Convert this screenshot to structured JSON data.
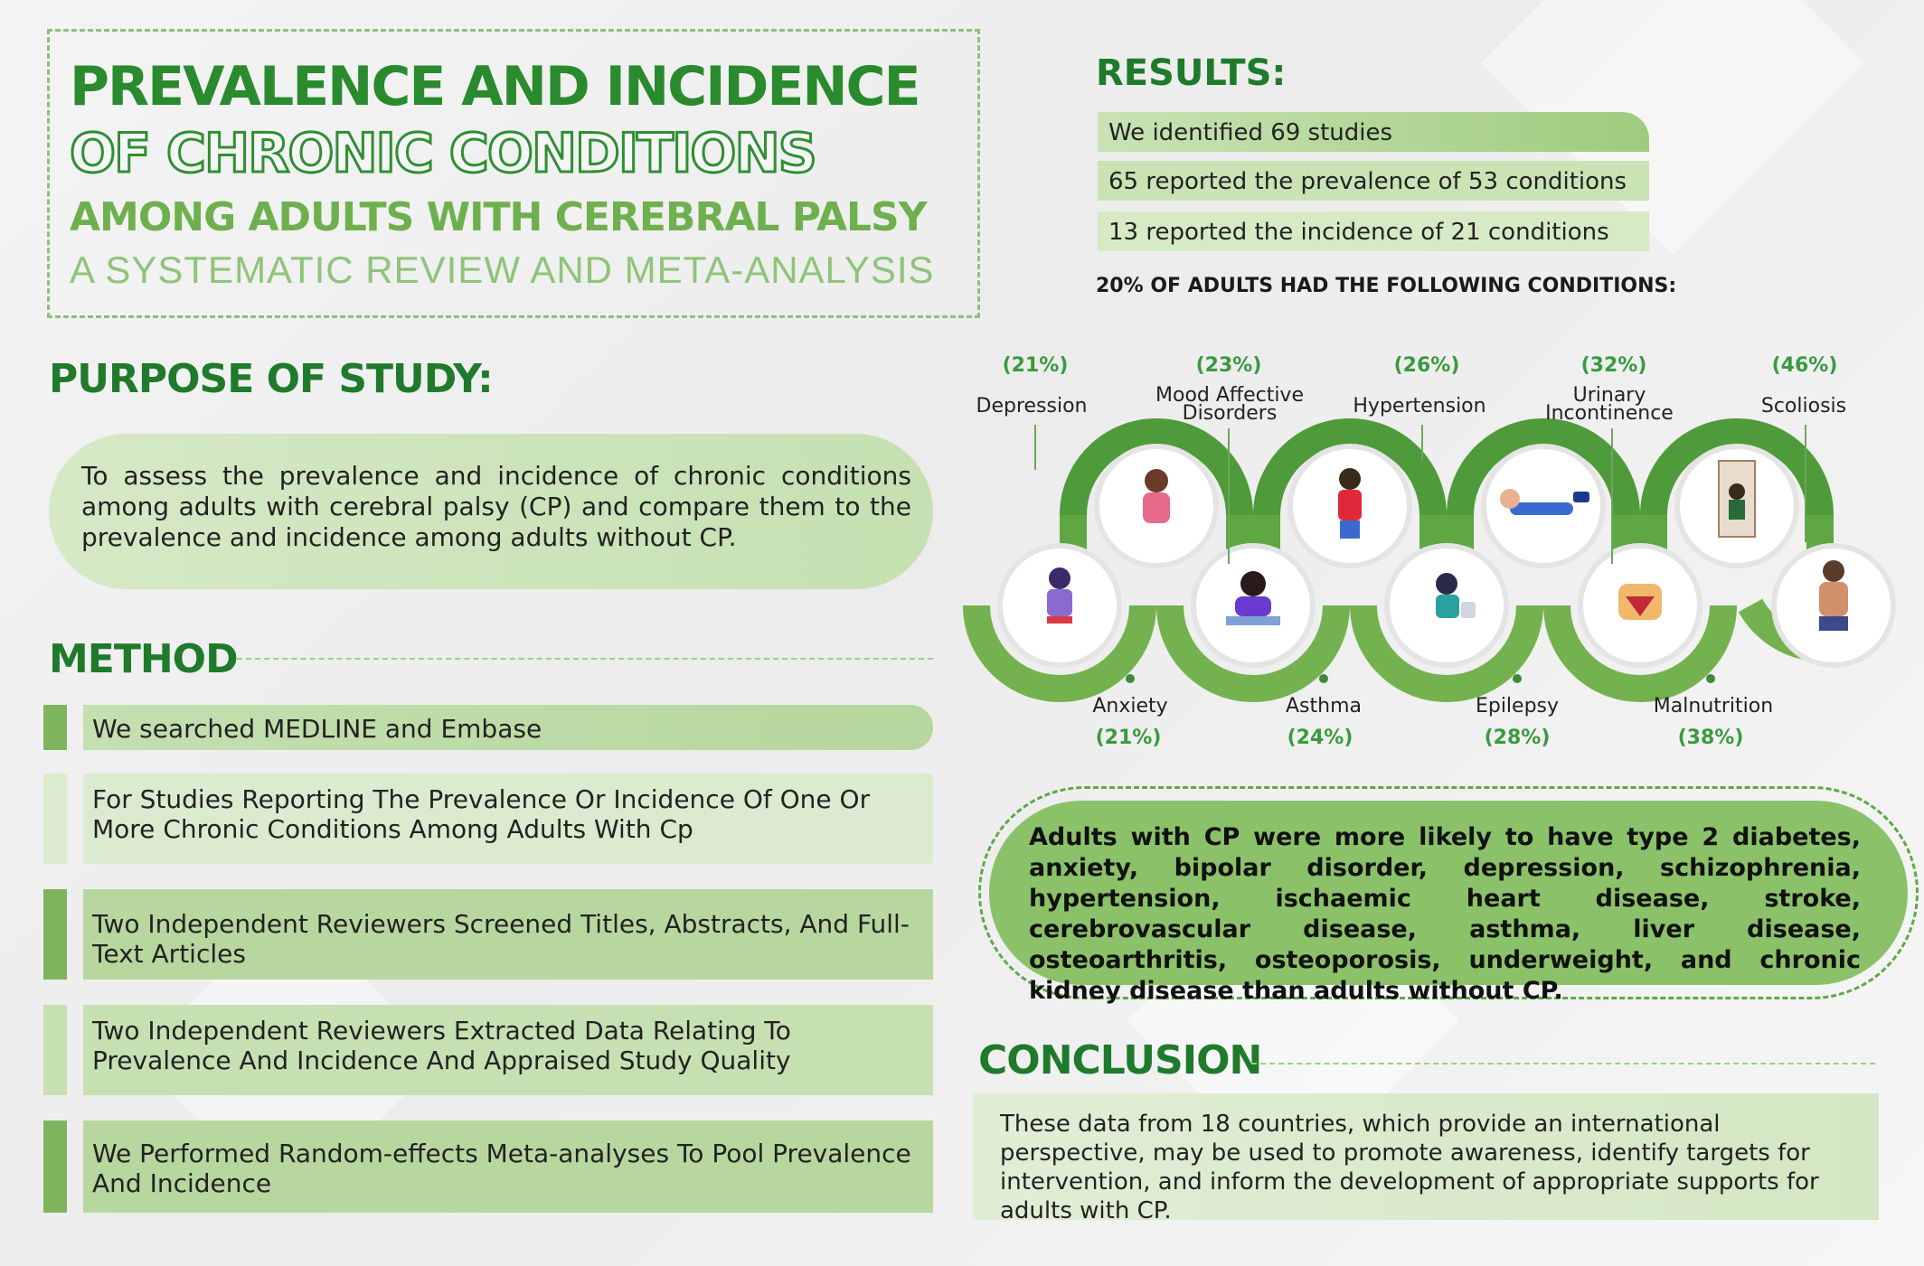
{
  "title": {
    "line1": "PREVALENCE AND INCIDENCE",
    "line2": "OF CHRONIC CONDITIONS",
    "line3": "AMONG ADULTS WITH CEREBRAL PALSY",
    "line4": "A SYSTEMATIC REVIEW AND META-ANALYSIS"
  },
  "purpose": {
    "heading": "PURPOSE OF STUDY:",
    "text": "To assess the prevalence and incidence of chronic conditions among adults with cerebral palsy (CP) and compare them to the prevalence and incidence among adults without CP."
  },
  "method": {
    "heading": "METHOD",
    "steps": [
      "We searched MEDLINE and Embase",
      "For Studies Reporting The Prevalence Or Incidence Of One Or More Chronic Conditions Among Adults With Cp",
      "Two Independent Reviewers Screened Titles, Abstracts, And Full-Text Articles",
      "Two Independent Reviewers Extracted Data Relating To Prevalence And Incidence And Appraised Study Quality",
      "We Performed Random-effects Meta-analyses To Pool Prevalence And Incidence"
    ]
  },
  "results": {
    "heading": "RESULTS:",
    "items": [
      "We identified 69 studies",
      "65 reported the prevalence of 53 conditions",
      "13 reported the incidence of 21 conditions"
    ],
    "subheading": "20% OF ADULTS HAD THE FOLLOWING CONDITIONS:"
  },
  "conditions": {
    "top": [
      {
        "name": "Depression",
        "pct": "(21%)",
        "icon": "depression-figure"
      },
      {
        "name": "Mood Affective Disorders",
        "pct": "(23%)",
        "icon": "mood-disorder-figure"
      },
      {
        "name": "Hypertension",
        "pct": "(26%)",
        "icon": "hypertension-figure"
      },
      {
        "name": "Urinary Incontinence",
        "pct": "(32%)",
        "icon": "urinary-incontinence-figure"
      },
      {
        "name": "Scoliosis",
        "pct": "(46%)",
        "icon": "scoliosis-figure"
      }
    ],
    "bottom": [
      {
        "name": "Anxiety",
        "pct": "(21%)",
        "icon": "anxiety-figure"
      },
      {
        "name": "Asthma",
        "pct": "(24%)",
        "icon": "asthma-figure"
      },
      {
        "name": "Epilepsy",
        "pct": "(28%)",
        "icon": "epilepsy-figure"
      },
      {
        "name": "Malnutrition",
        "pct": "(38%)",
        "icon": "malnutrition-figure"
      }
    ]
  },
  "highlight": {
    "text": "Adults with CP were more likely to have type 2 diabetes, anxiety, bipolar disorder, depression, schizophrenia, hypertension, ischaemic heart disease, stroke, cerebrovascular disease, asthma, liver disease, osteoarthritis, osteoporosis, underweight, and chronic kidney disease than adults without CP."
  },
  "conclusion": {
    "heading": "CONCLUSION",
    "text": "These data from 18 countries, which provide an international perspective, may be used to promote awareness, identify targets for intervention, and inform the development of appropriate supports for adults with CP."
  },
  "colors": {
    "dark_green": "#1f7a2c",
    "mid_green": "#6fb04e",
    "light_green": "#c5e0b1",
    "accent_green": "#8bc269"
  }
}
